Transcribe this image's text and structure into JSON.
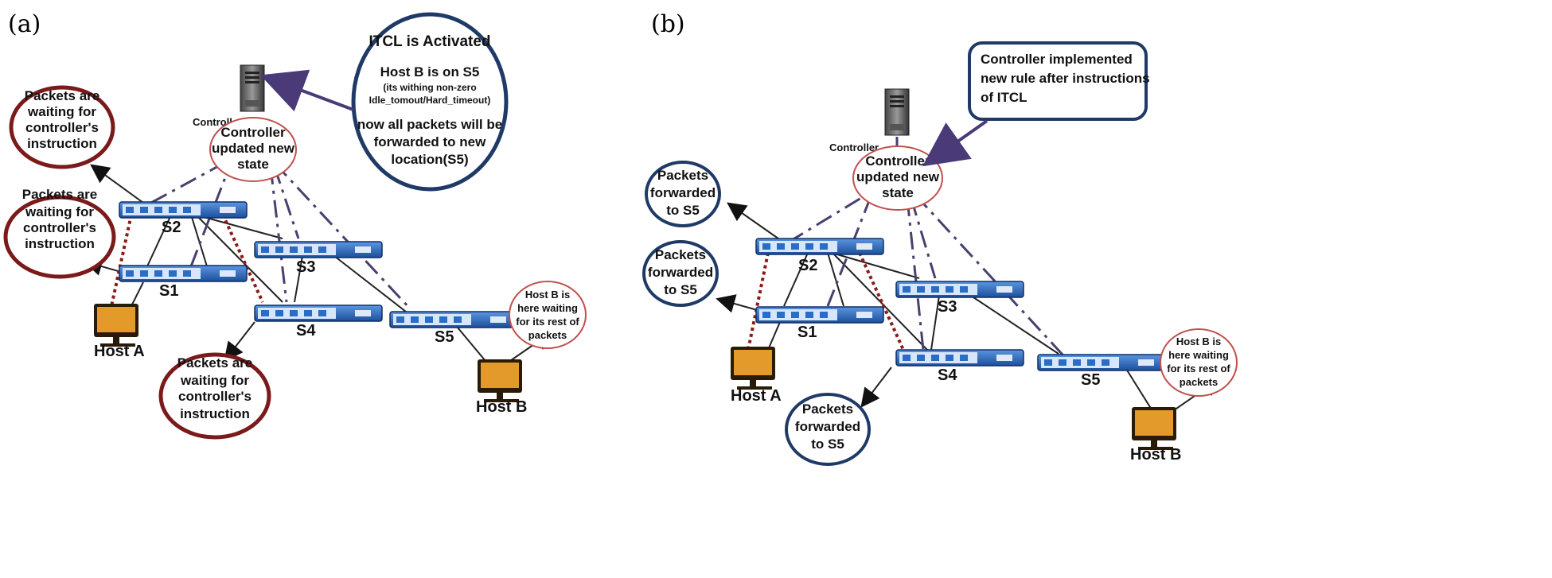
{
  "panel_a": {
    "label": "(a)",
    "controller": "Controller",
    "itcl": {
      "title": "ITCL is Activated",
      "line1": "Host B is on S5",
      "sub1": "(its withing non-zero",
      "sub2": "Idle_tomout/Hard_timeout)",
      "body1": "now all packets will be",
      "body2": "forwarded to new",
      "body3": "location(S5)"
    },
    "ctrl_state": [
      "Controller",
      "updated new",
      "state"
    ],
    "wait_top": [
      "Packets are",
      "waiting for",
      "controller's",
      "instruction"
    ],
    "wait_mid": [
      "Packets are",
      "waiting for",
      "controller's",
      "instruction"
    ],
    "wait_bot": [
      "Packets are",
      "waiting for",
      "controller's",
      "instruction"
    ],
    "hostb_note": [
      "Host  B is",
      "here waiting",
      "for its rest of",
      "packets"
    ],
    "switches": [
      "S1",
      "S2",
      "S3",
      "S4",
      "S5"
    ],
    "host_a": "Host A",
    "host_b": "Host B"
  },
  "panel_b": {
    "label": "(b)",
    "controller": "Controller",
    "rule_note": [
      "Controller implemented",
      "new rule after instructions",
      "of ITCL"
    ],
    "ctrl_state": [
      "Controller",
      "updated new",
      "state"
    ],
    "fwd_top": [
      "Packets",
      "forwarded",
      "to S5"
    ],
    "fwd_mid": [
      "Packets",
      "forwarded",
      "to S5"
    ],
    "fwd_bot": [
      "Packets",
      "forwarded",
      "to S5"
    ],
    "hostb_note": [
      "Host  B is",
      "here waiting",
      "for its rest of",
      "packets"
    ],
    "switches": [
      "S1",
      "S2",
      "S3",
      "S4",
      "S5"
    ],
    "host_a": "Host A",
    "host_b": "Host B"
  },
  "colors": {
    "switch_blue": "#2b6cc4",
    "maroon": "#7a1a1a",
    "navy": "#1f3a66",
    "dashdot": "#4a3f6e",
    "red_dotted": "#8b1a1a",
    "arrow": "#4a3a78",
    "host_orange": "#d98a1a"
  }
}
